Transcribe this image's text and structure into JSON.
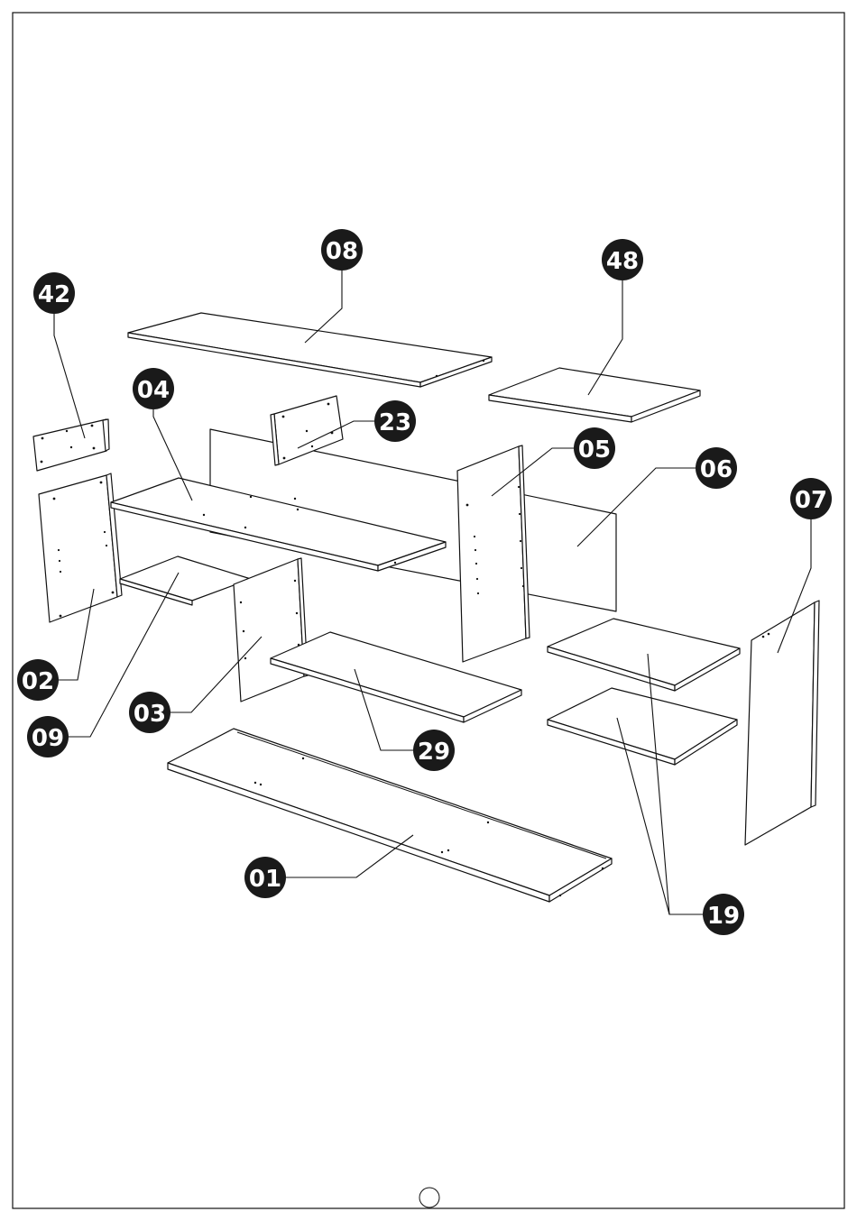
{
  "diagram": {
    "callouts": [
      {
        "id": "08",
        "label": "08"
      },
      {
        "id": "48",
        "label": "48"
      },
      {
        "id": "42",
        "label": "42"
      },
      {
        "id": "04",
        "label": "04"
      },
      {
        "id": "23",
        "label": "23"
      },
      {
        "id": "05",
        "label": "05"
      },
      {
        "id": "06",
        "label": "06"
      },
      {
        "id": "07",
        "label": "07"
      },
      {
        "id": "02",
        "label": "02"
      },
      {
        "id": "03",
        "label": "03"
      },
      {
        "id": "09",
        "label": "09"
      },
      {
        "id": "29",
        "label": "29"
      },
      {
        "id": "01",
        "label": "01"
      },
      {
        "id": "19",
        "label": "19"
      }
    ]
  },
  "colors": {
    "badge": "#1a1a1a",
    "line": "#111111",
    "background": "#ffffff"
  }
}
